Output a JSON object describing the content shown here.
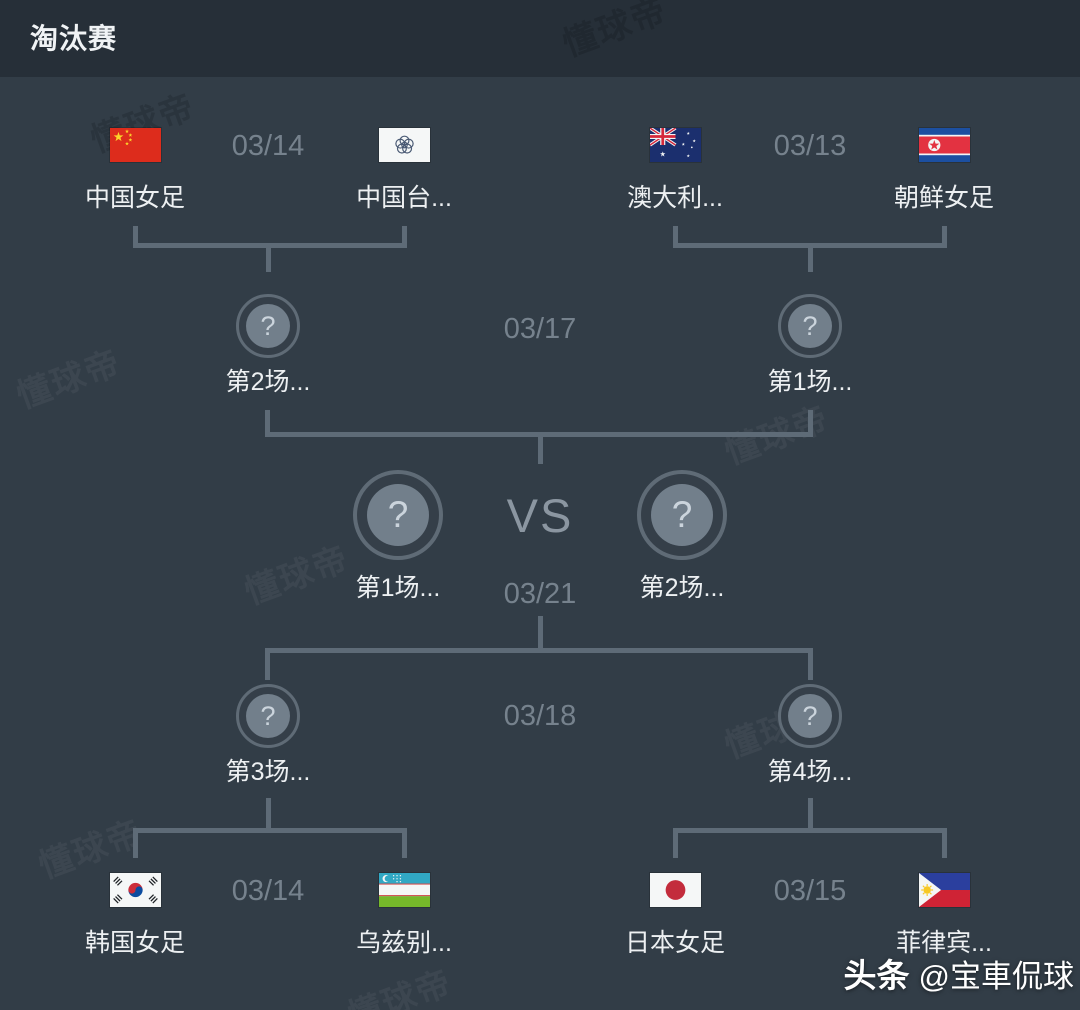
{
  "header": {
    "title": "淘汰赛"
  },
  "watermark": {
    "brand": "懂球帝",
    "credit_prefix": "头条",
    "credit_handle": "@宝車侃球"
  },
  "placeholder": {
    "mark": "?"
  },
  "rounds": {
    "quarterfinals_top": [
      {
        "date": "03/14",
        "home": {
          "name": "中国女足",
          "flag": "china"
        },
        "away": {
          "name": "中国台...",
          "flag": "chinese-taipei"
        }
      },
      {
        "date": "03/13",
        "home": {
          "name": "澳大利...",
          "flag": "australia"
        },
        "away": {
          "name": "朝鲜女足",
          "flag": "north-korea"
        }
      }
    ],
    "semifinal_top": {
      "date": "03/17",
      "left_label": "第2场...",
      "right_label": "第1场..."
    },
    "final": {
      "date": "03/21",
      "vs_label": "VS",
      "left_label": "第1场...",
      "right_label": "第2场..."
    },
    "semifinal_bottom": {
      "date": "03/18",
      "left_label": "第3场...",
      "right_label": "第4场..."
    },
    "quarterfinals_bottom": [
      {
        "date": "03/14",
        "home": {
          "name": "韩国女足",
          "flag": "south-korea"
        },
        "away": {
          "name": "乌兹别...",
          "flag": "uzbekistan"
        }
      },
      {
        "date": "03/15",
        "home": {
          "name": "日本女足",
          "flag": "japan"
        },
        "away": {
          "name": "菲律宾...",
          "flag": "philippines"
        }
      }
    ]
  },
  "colors": {
    "background": "#323d47",
    "header_background": "#262f38",
    "connector_line": "#5e6b77",
    "date_text": "#76828d",
    "team_text": "#edf0f2",
    "vs_text": "#8b96a1",
    "circle_ring": "#5f6b76",
    "circle_inner": "#727f8b",
    "question_mark": "#cbd4dc"
  }
}
